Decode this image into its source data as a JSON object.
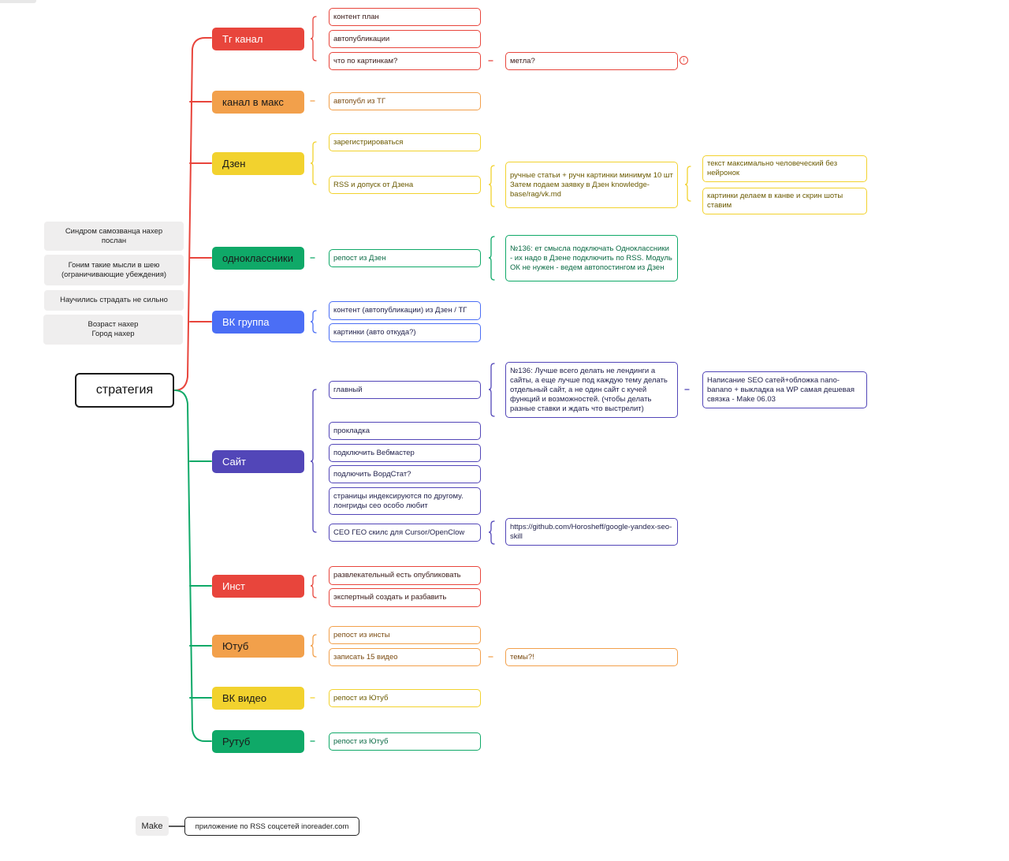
{
  "root": "стратегия",
  "notes": [
    "Синдром самозванца нахер\nпослан",
    "Гоним такие мысли в шею\n(ограничивающие убеждения)",
    "Научились страдать не сильно",
    "Возраст нахер\nГород нахер"
  ],
  "colors": {
    "red": "#e8453c",
    "orange": "#f2a04b",
    "yellow": "#f2d22e",
    "green": "#0fa968",
    "blue": "#4b6ef5",
    "purple": "#5246b8"
  },
  "branches": [
    {
      "label": "Тг канал",
      "color": "red",
      "children": [
        {
          "text": "контент план"
        },
        {
          "text": "автопубликации"
        },
        {
          "text": "что по картинкам?",
          "children": [
            {
              "text": "метла?"
            }
          ]
        }
      ]
    },
    {
      "label": "канал в макс",
      "color": "orange",
      "children": [
        {
          "text": "автопубл из ТГ"
        }
      ]
    },
    {
      "label": "Дзен",
      "color": "yellow",
      "children": [
        {
          "text": "зарегистрироваться"
        },
        {
          "text": "RSS и допуск от Дзена",
          "children": [
            {
              "text": "ручные статьи + ручн картинки минимум 10 шт\nЗатем подаем заявку в Дзен knowledge-base/rag/vk.md",
              "children": [
                {
                  "text": "текст максимально человеческий без нейронок"
                },
                {
                  "text": "картинки делаем в канве и скрин шоты ставим"
                }
              ]
            }
          ]
        }
      ]
    },
    {
      "label": "одноклассники",
      "color": "green",
      "children": [
        {
          "text": "репост из Дзен",
          "children": [
            {
              "text": "№136: ет смысла подключать Одноклассники - их надо в Дзене подключить по RSS. Модуль ОК не нужен - ведем автопостингом из Дзен"
            }
          ]
        }
      ]
    },
    {
      "label": "ВК группа",
      "color": "blue",
      "children": [
        {
          "text": "контент (автопубликации) из Дзен / ТГ"
        },
        {
          "text": "картинки (авто откуда?)"
        }
      ]
    },
    {
      "label": "Сайт",
      "color": "purple",
      "children": [
        {
          "text": "главный",
          "children": [
            {
              "text": "№136: Лучше всего делать не лендинги а сайты, а еще лучше под каждую тему делать отдельный сайт, а не один сайт с кучей функций и возможностей. (чтобы делать разные ставки и ждать что выстрелит)",
              "children": [
                {
                  "text": "Написание SEO сатей+обложка nano-banano + выкладка на WP самая дешевая связка -  Make 06.03"
                }
              ]
            }
          ]
        },
        {
          "text": "прокладка"
        },
        {
          "text": "подключить Вебмастер"
        },
        {
          "text": "подлючить ВордСтат?"
        },
        {
          "text": "страницы индексируются по другому. лонгриды сео особо любит"
        },
        {
          "text": "СЕО ГЕО скилс для Cursor/OpenClow",
          "children": [
            {
              "text": "https://github.com/Horosheff/google-yandex-seo-skill"
            }
          ]
        }
      ]
    },
    {
      "label": "Инст",
      "color": "red",
      "children": [
        {
          "text": "развлекательный есть опубликовать"
        },
        {
          "text": "экспертный создать и разбавить"
        }
      ]
    },
    {
      "label": "Ютуб",
      "color": "orange",
      "children": [
        {
          "text": "репост из инсты"
        },
        {
          "text": "записать 15 видео",
          "children": [
            {
              "text": "темы?!"
            }
          ]
        }
      ]
    },
    {
      "label": "ВК видео",
      "color": "yellow",
      "children": [
        {
          "text": "репост из Ютуб"
        }
      ]
    },
    {
      "label": "Рутуб",
      "color": "green",
      "children": [
        {
          "text": "репост из Ютуб"
        }
      ]
    }
  ],
  "bottom": {
    "make": "Make",
    "rss": "приложение по RSS соцсетей inoreader.com"
  },
  "badge": "i"
}
